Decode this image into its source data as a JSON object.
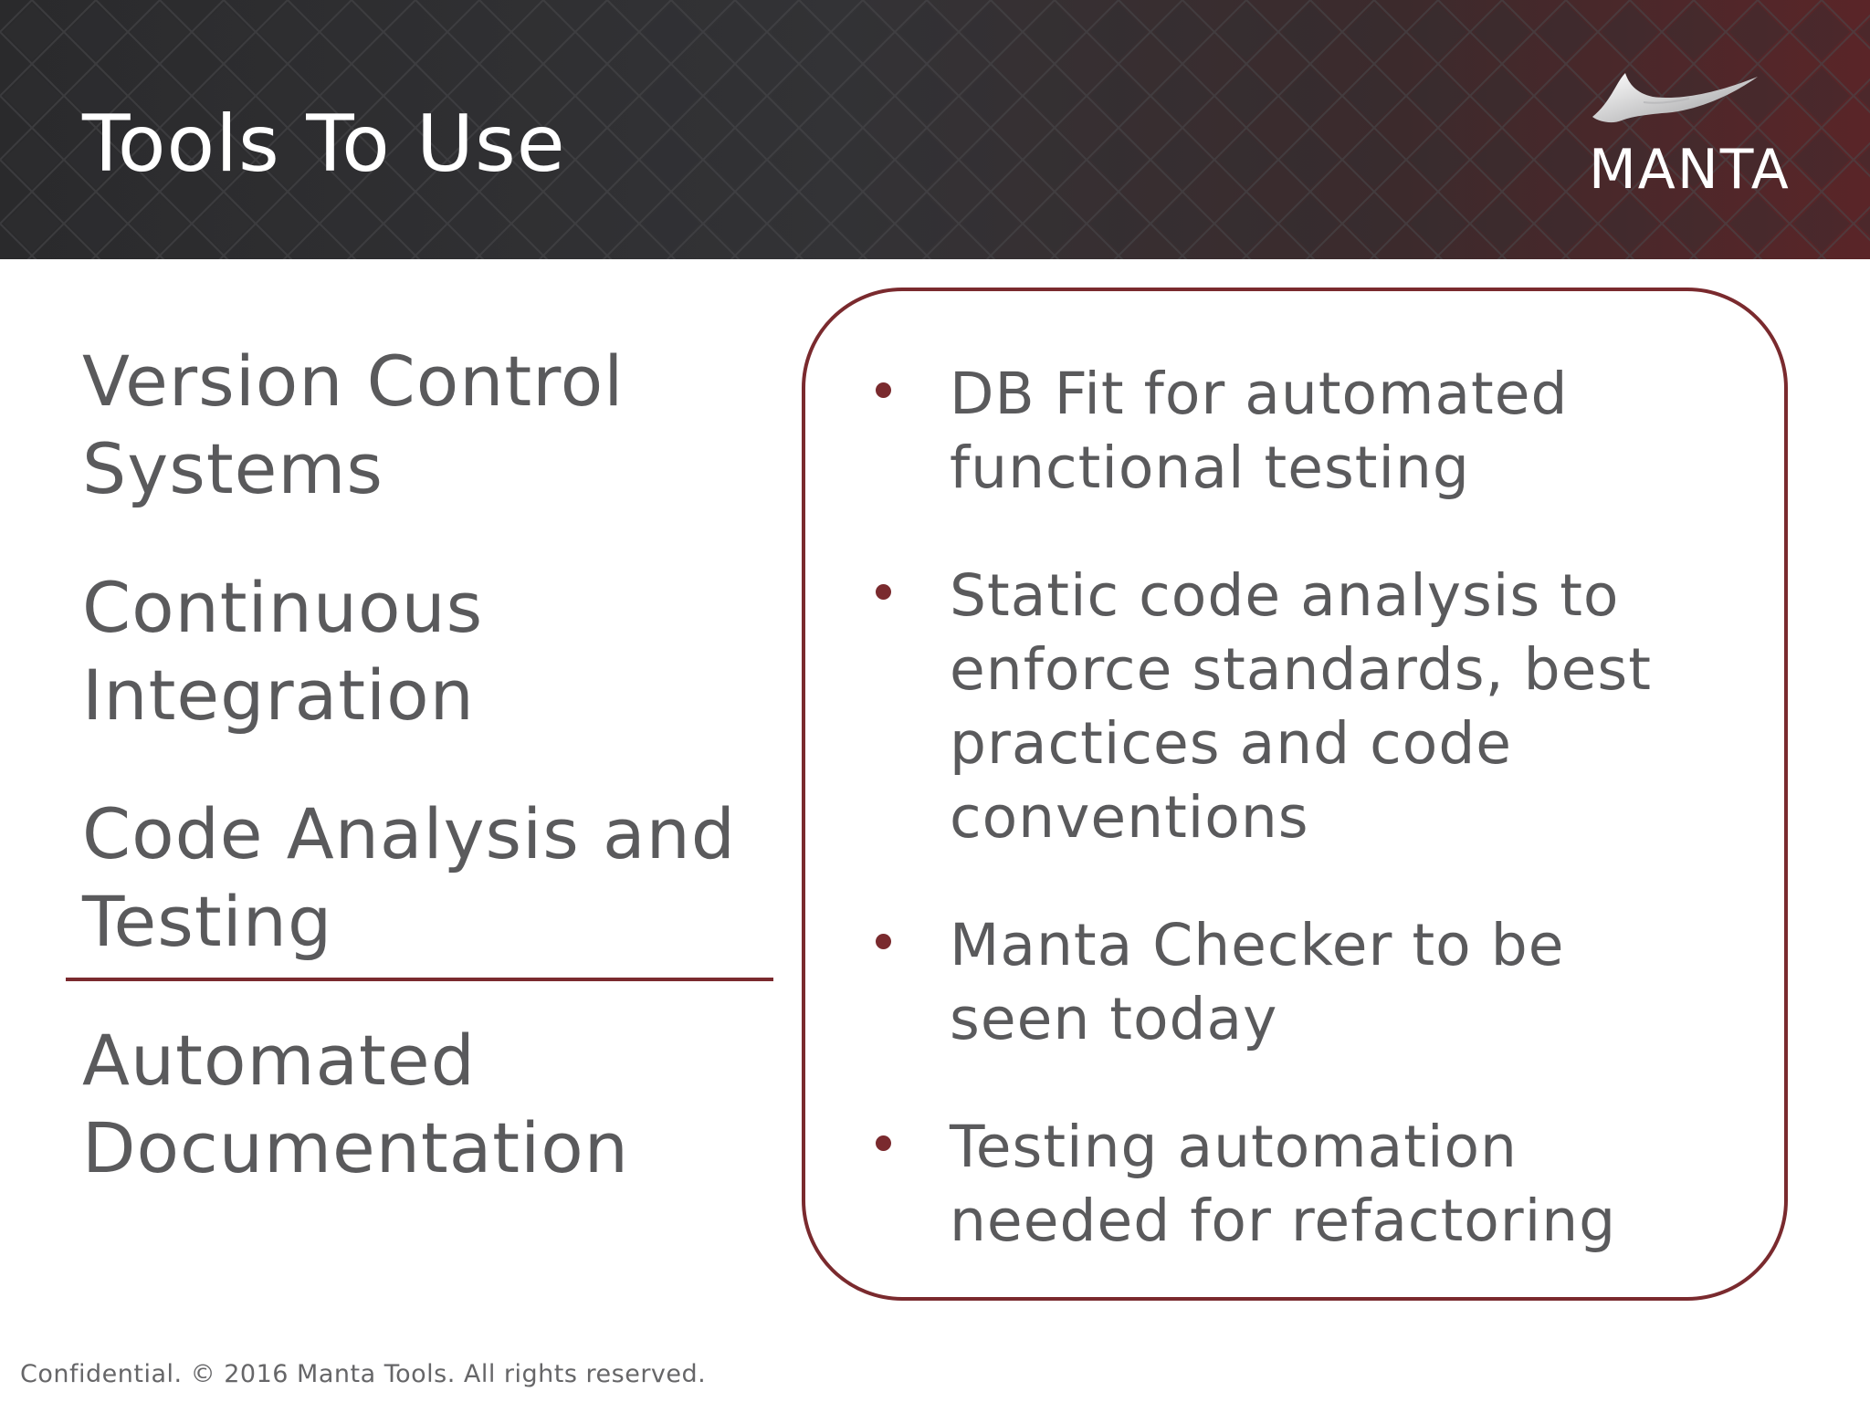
{
  "header": {
    "title": "Tools To Use",
    "logo_text": "MANTA"
  },
  "topics": [
    "Version Control Systems",
    "Continuous Integration",
    "Code Analysis and Testing",
    "Automated Documentation"
  ],
  "details": [
    "DB Fit for automated functional testing",
    "Static code analysis to enforce standards, best practices and code conventions",
    "Manta Checker to be seen today",
    "Testing automation needed for refactoring"
  ],
  "footer": {
    "text": "Confidential. © 2016 Manta Tools. All rights reserved."
  },
  "colors": {
    "accent": "#7a2a2e",
    "text": "#5a5a5c",
    "header_bg": "#2f2f31"
  }
}
